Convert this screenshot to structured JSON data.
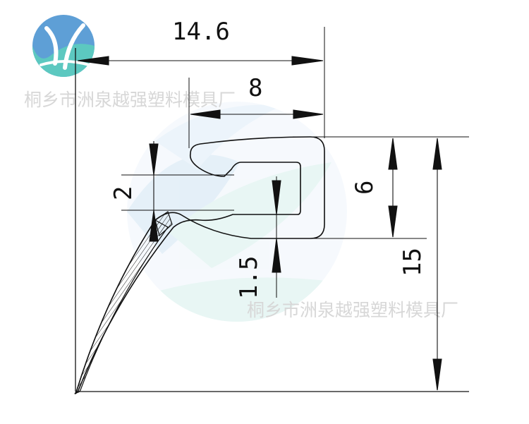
{
  "watermark": {
    "company_name": "桐乡市洲泉越强塑料模具厂",
    "logo": "company-logo-icon"
  },
  "dimensions": {
    "overall_width": "14.6",
    "opening_width": "8",
    "groove_height": "2",
    "clip_height": "6",
    "wall_thickness": "1.5",
    "overall_height": "15"
  },
  "colors": {
    "line": "#111111",
    "watermark_text": "#d7d7d7",
    "watermark_blue": "#a9cbe6",
    "watermark_teal": "#bfe7e3",
    "logo_blue": "#5e9fd6",
    "logo_teal": "#5cc8c0"
  }
}
